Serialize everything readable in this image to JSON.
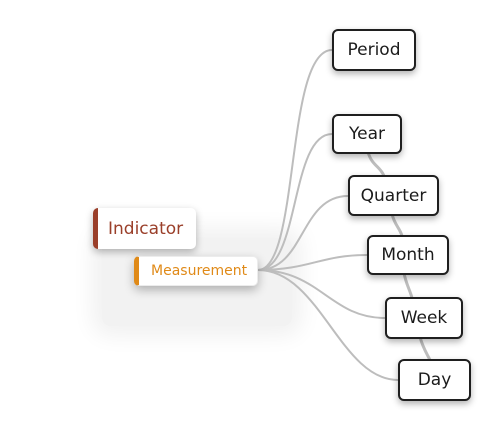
{
  "diagram": {
    "colors": {
      "edge": "#bdbdbd",
      "node_border": "#1f1f1f",
      "indicator": "#9a3f2a",
      "measurement": "#e08a18"
    },
    "nodes": {
      "indicator": "Indicator",
      "measurement": "Measurement",
      "period": "Period",
      "year": "Year",
      "quarter": "Quarter",
      "month": "Month",
      "week": "Week",
      "day": "Day"
    }
  }
}
